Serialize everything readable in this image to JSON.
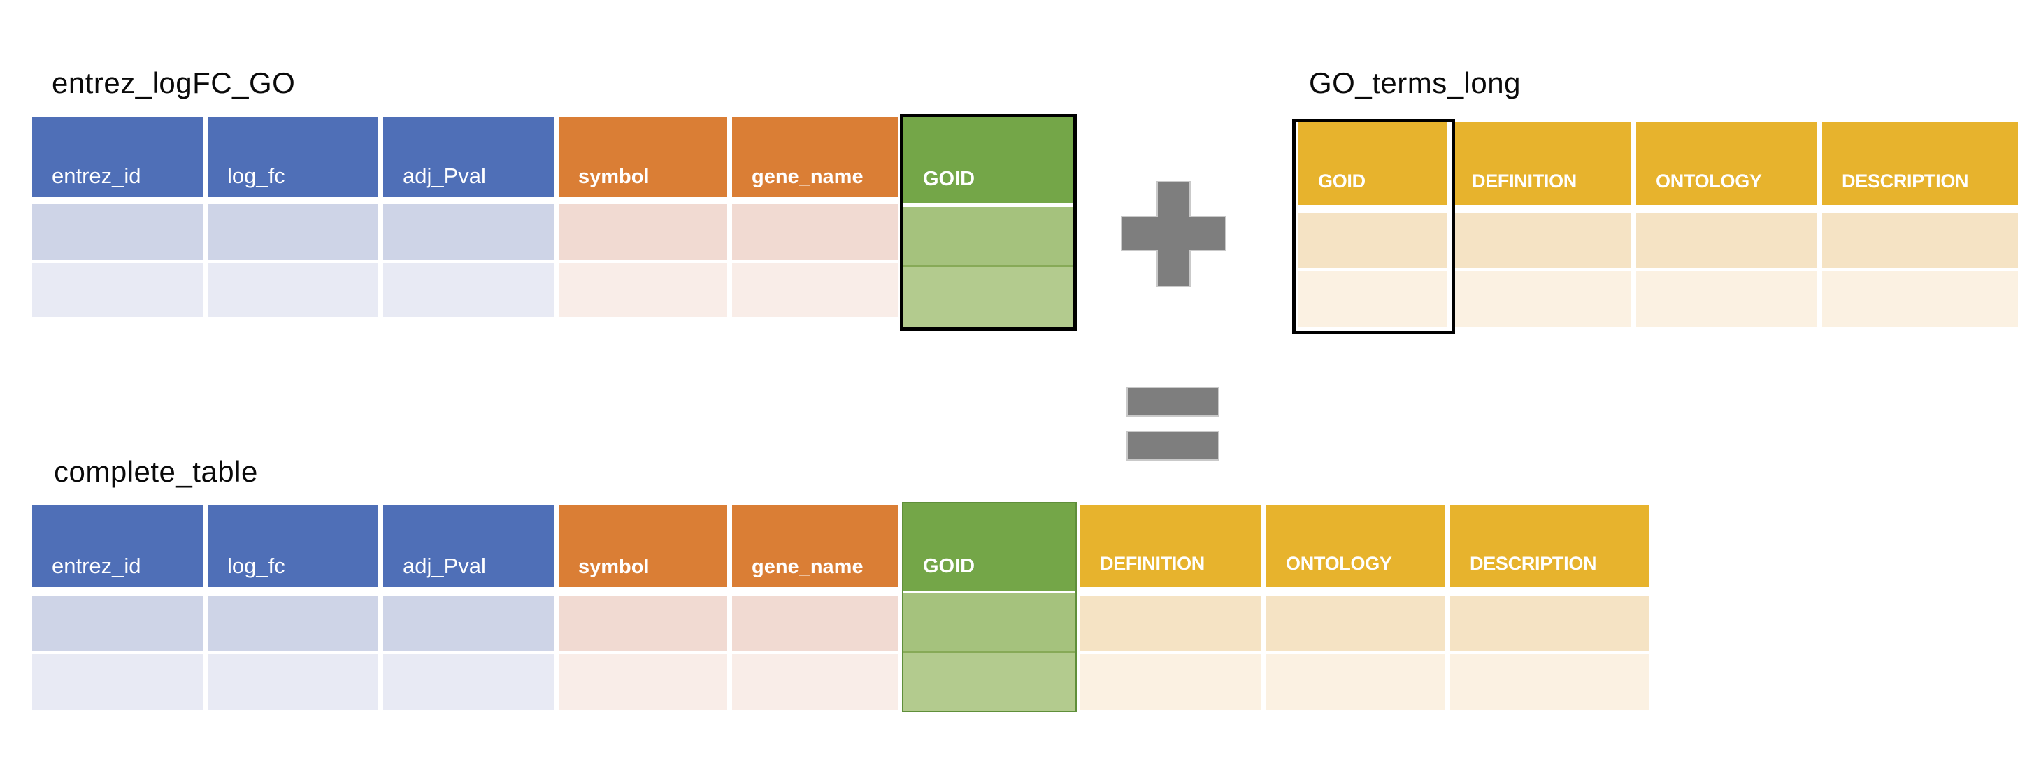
{
  "page": {
    "background_color": "#FFFFFF",
    "description_colors": {
      "blue_header": "#4F6FB7",
      "blue_row_odd": "#CED4E7",
      "blue_row_even": "#E8EAF4",
      "orange_header": "#DA7E35",
      "orange_row_odd": "#F1DAD2",
      "orange_row_even": "#F9EDE8",
      "green_header": "#74A648",
      "green_row_odd": "#A5C27D",
      "green_row_even": "#B3CB8E",
      "gold_header": "#E7B32D",
      "gold_row_odd": "#F5E3C4",
      "gold_row_even": "#FBF1E2",
      "operator_gray": "#7E7E7E",
      "highlight_border_black": "#000000",
      "highlight_border_green": "#5F8F3A"
    }
  },
  "operators": {
    "plus_icon": "plus-sign",
    "equals_icon": "equals-sign"
  },
  "tables": [
    {
      "title": "entrez_logFC_GO",
      "empty_data_rows": 2,
      "highlighted_column": "GOID",
      "columns": [
        {
          "label": "entrez_id",
          "group": "blue"
        },
        {
          "label": "log_fc",
          "group": "blue"
        },
        {
          "label": "adj_Pval",
          "group": "blue"
        },
        {
          "label": "symbol",
          "group": "orange"
        },
        {
          "label": "gene_name",
          "group": "orange"
        },
        {
          "label": "GOID",
          "group": "green",
          "highlighted": true
        }
      ]
    },
    {
      "title": "GO_terms_long",
      "empty_data_rows": 2,
      "highlighted_column": "GOID",
      "columns": [
        {
          "label": "GOID",
          "group": "gold",
          "highlighted": true
        },
        {
          "label": "DEFINITION",
          "group": "gold"
        },
        {
          "label": "ONTOLOGY",
          "group": "gold"
        },
        {
          "label": "DESCRIPTION",
          "group": "gold"
        }
      ]
    },
    {
      "title": "complete_table",
      "empty_data_rows": 2,
      "highlighted_column": "GOID",
      "columns": [
        {
          "label": "entrez_id",
          "group": "blue"
        },
        {
          "label": "log_fc",
          "group": "blue"
        },
        {
          "label": "adj_Pval",
          "group": "blue"
        },
        {
          "label": "symbol",
          "group": "orange"
        },
        {
          "label": "gene_name",
          "group": "orange"
        },
        {
          "label": "GOID",
          "group": "green",
          "highlighted": true
        },
        {
          "label": "DEFINITION",
          "group": "gold"
        },
        {
          "label": "ONTOLOGY",
          "group": "gold"
        },
        {
          "label": "DESCRIPTION",
          "group": "gold"
        }
      ]
    }
  ]
}
